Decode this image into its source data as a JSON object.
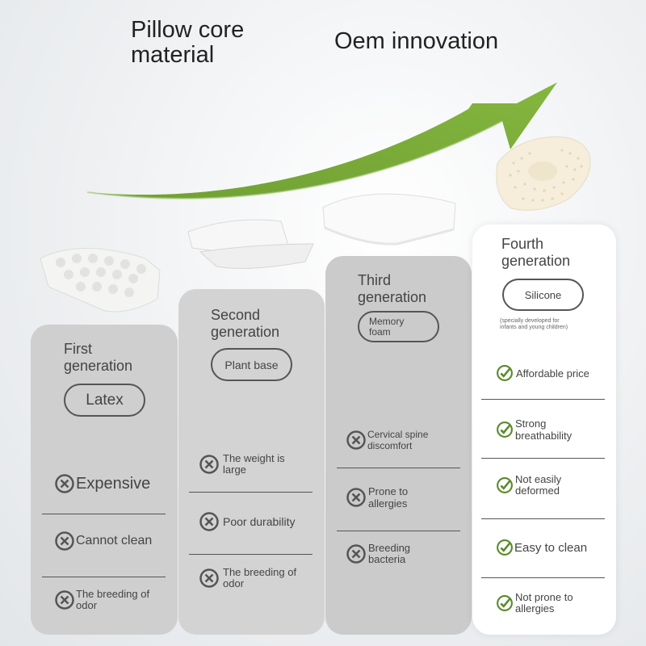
{
  "headings": {
    "left": "Pillow core material",
    "right": "Oem innovation"
  },
  "colors": {
    "arrow": "#7aad3a",
    "negative_icon": "#555555",
    "positive_icon": "#5a8a2a"
  },
  "cards": [
    {
      "title": "First\ngeneration",
      "material": "Latex",
      "points": [
        "Expensive",
        "Cannot clean",
        "The breeding of\nodor"
      ],
      "icon": "x-circle-icon"
    },
    {
      "title": "Second\ngeneration",
      "material": "Plant base",
      "points": [
        "The weight is\nlarge",
        "Poor durability",
        "The breeding of\nodor"
      ],
      "icon": "x-circle-icon"
    },
    {
      "title": "Third\ngeneration",
      "material": "Memory\nfoam",
      "points": [
        "Cervical spine\ndiscomfort",
        "Prone to\nallergies",
        "Breeding\nbacteria"
      ],
      "icon": "x-circle-icon"
    },
    {
      "title": "Fourth\ngeneration",
      "material": "Silicone",
      "note": "(specially developed for\ninfants and young children)",
      "points": [
        "Affordable price",
        "Strong\nbreathability",
        "Not easily\ndeformed",
        "Easy to clean",
        "Not prone to\nallergies"
      ],
      "icon": "check-circle-icon"
    }
  ]
}
